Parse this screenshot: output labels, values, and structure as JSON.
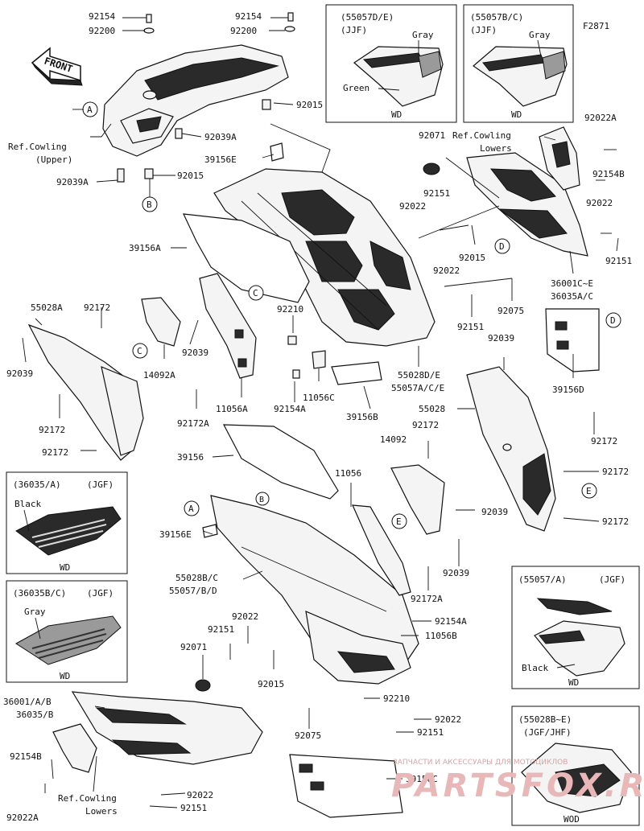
{
  "figure_id": "F2871",
  "front_label": "FRONT",
  "insets": [
    {
      "code": "(55057D/E)",
      "spec": "(JJF)",
      "tags": [
        "Gray",
        "Green"
      ],
      "model": "WD"
    },
    {
      "code": "(55057B/C)",
      "spec": "(JJF)",
      "tags": [
        "Gray"
      ],
      "model": "WD"
    },
    {
      "code": "(36035/A)",
      "spec": "(JGF)",
      "tags": [
        "Black"
      ],
      "model": "WD"
    },
    {
      "code": "(36035B/C)",
      "spec": "(JGF)",
      "tags": [
        "Gray"
      ],
      "model": "WD"
    },
    {
      "code": "(55057/A)",
      "spec": "(JGF)",
      "tags": [
        "Black"
      ],
      "model": "WD"
    },
    {
      "code": "(55028B~E)",
      "spec": "(JGF/JHF)",
      "tags": [],
      "model": "WOD"
    }
  ],
  "callouts": [
    "A",
    "B",
    "C",
    "D",
    "E"
  ],
  "part_labels": {
    "p92154_tl": "92154",
    "p92200_tl": "92200",
    "p92154_tc": "92154",
    "p92200_tc": "92200",
    "p92015_t": "92015",
    "p92039A_t": "92039A",
    "ref_upper_1": "Ref.Cowling",
    "ref_upper_2": "(Upper)",
    "p92039A_l": "92039A",
    "p92015_l": "92015",
    "p39156E_t": "39156E",
    "p92071_r": "92071",
    "ref_lowers_r1": "Ref.Cowling",
    "ref_lowers_r2": "Lowers",
    "p92022A_r": "92022A",
    "p92154B_r": "92154B",
    "p92151_r1": "92151",
    "p92022_r1": "92022",
    "p92022_r2": "92022",
    "p92151_r2": "92151",
    "p92015_r": "92015",
    "p92022_r3": "92022",
    "p92151_r3": "92151",
    "p36001CE": "36001C~E",
    "p36035AC": "36035A/C",
    "p92075_r": "92075",
    "p39156A": "39156A",
    "p55028A": "55028A",
    "p92172_l1": "92172",
    "p92039_l1": "92039",
    "p92039_l2": "92039",
    "p14092A": "14092A",
    "p92210_c": "92210",
    "p11056C": "11056C",
    "p92154A_c": "92154A",
    "p11056A": "11056A",
    "p92172A_c": "92172A",
    "p39156B": "39156B",
    "p55028DE": "55028D/E",
    "p55057ACE": "55057A/C/E",
    "p92172_l2": "92172",
    "p92172_l3": "92172",
    "p92039_r": "92039",
    "p39156D": "39156D",
    "p55028": "55028",
    "p92172_r1": "92172",
    "p92172_r2": "92172",
    "p92172_r3": "92172",
    "p92172_r4": "92172",
    "p14092": "14092",
    "p39156": "39156",
    "p11056": "11056",
    "p92039_c1": "92039",
    "p92039_c2": "92039",
    "p39156E_c": "39156E",
    "p55028BC": "55028B/C",
    "p55057BD": "55057/B/D",
    "p92172A_b": "92172A",
    "p92154A_b": "92154A",
    "p11056B": "11056B",
    "p92022_b1": "92022",
    "p92151_b1": "92151",
    "p92071_b": "92071",
    "p92015_b": "92015",
    "p36001AB": "36001/A/B",
    "p36035B": "36035/B",
    "p92210_b": "92210",
    "p92022_b2": "92022",
    "p92151_b2": "92151",
    "p92075_b": "92075",
    "p92154B_b": "92154B",
    "ref_lowers_b1": "Ref.Cowling",
    "ref_lowers_b2": "Lowers",
    "p39156C": "39156C",
    "p92022A_b": "92022A",
    "p92022_b3": "92022",
    "p92151_b3": "92151"
  },
  "watermark": {
    "text": "ЗАПЧАСТИ И АКСЕССУАРЫ ДЛЯ МОТОЦИКЛОВ",
    "logo": "PARTSFOX.RU"
  }
}
